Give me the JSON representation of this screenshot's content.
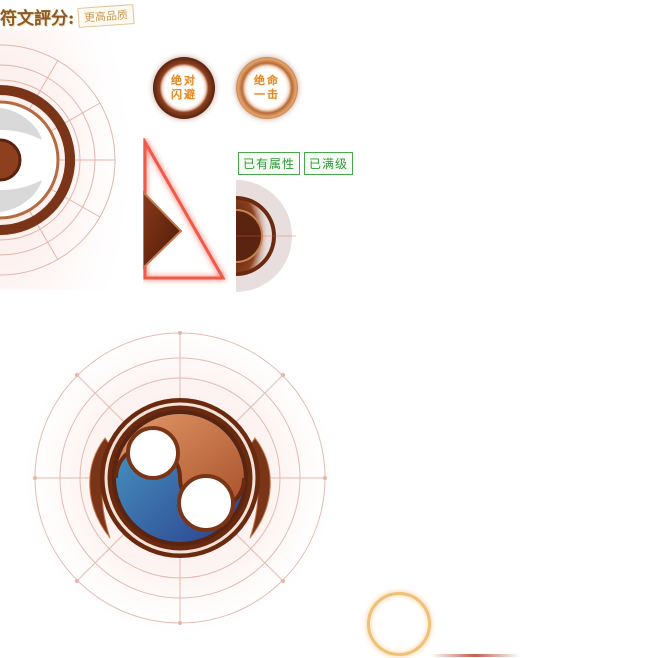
{
  "header": {
    "title": "符文評分:",
    "badge": "更高品质"
  },
  "medals": [
    {
      "label": "绝对闪避"
    },
    {
      "label": "绝命一击"
    }
  ],
  "stamps": [
    {
      "label": "已有属性"
    },
    {
      "label": "已满级"
    }
  ],
  "colors": {
    "accent_brown": "#8d3f1e",
    "gold": "#e08a2a",
    "stamp_green": "#2e9a3a",
    "glow_red": "#f05a4a",
    "yin_orange": "#c8703a",
    "yang_blue": "#3a5a9a"
  }
}
